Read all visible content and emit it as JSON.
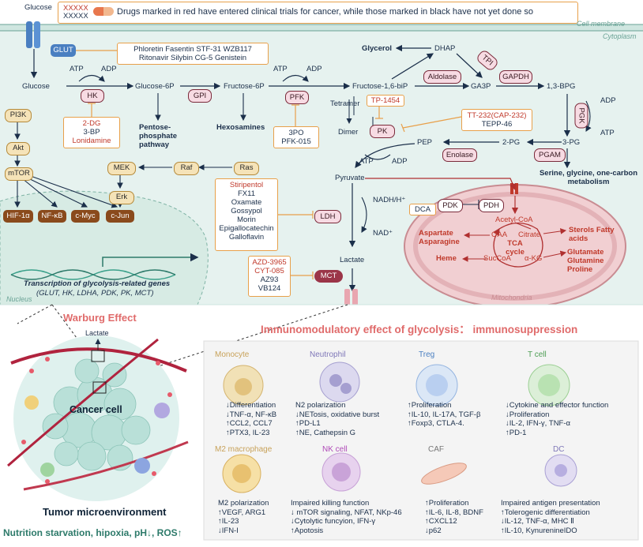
{
  "legend": {
    "red_example": "XXXXX",
    "black_example": "XXXXX",
    "text": "Drugs marked in red have entered clinical trials for cancer, while those marked in black have not yet done so"
  },
  "regions": {
    "membrane": "Cell membrane",
    "cytoplasm": "Cytoplasm",
    "nucleus": "Nucleus",
    "mito": "Mitochondria"
  },
  "metabolites": {
    "glucose_out": "Glucose",
    "glucose": "Glucose",
    "g6p": "Glucose-6P",
    "f6p": "Fructose-6P",
    "f16bp": "Fructose-1,6-biP",
    "dhap": "DHAP",
    "glycerol": "Glycerol",
    "ga3p": "GA3P",
    "bpg13": "1,3-BPG",
    "pg3": "3-PG",
    "pg2": "2-PG",
    "pep": "PEP",
    "pyruvate": "Pyruvate",
    "lactate": "Lactate",
    "nadh": "NADH/H⁺",
    "nad": "NAD⁺",
    "atp1": "ATP",
    "adp1": "ADP",
    "atp2": "ATP",
    "adp2": "ADP",
    "adp3": "ADP",
    "atp3": "ATP",
    "atp4": "ATP",
    "adp4": "ADP",
    "tetramer": "Tetramer",
    "dimer": "Dimer",
    "acetyl": "Acetyl-CoA",
    "citrate": "Citrate",
    "oaa": "OAA",
    "akg": "α-KG",
    "succoa": "SucCoA",
    "tca": "TCA cycle"
  },
  "pathways": {
    "ppp": "Pentose-phosphate pathway",
    "hexosamines": "Hexosamines",
    "serine": "Serine, glycine, one-carbon metabolism",
    "sterols": "Sterols Fatty acids",
    "asp": "Aspartate Asparagine",
    "heme": "Heme",
    "glu": "Glutamate Glutamine Proline"
  },
  "enzymes": {
    "glut": "GLUT",
    "hk": "HK",
    "gpi": "GPI",
    "pfk": "PFK",
    "tpi": "TPI",
    "aldolase": "Aldolase",
    "gapdh": "GAPDH",
    "pgk": "PGK",
    "pgam": "PGAM",
    "enolase": "Enolase",
    "pk": "PK",
    "ldh": "LDH",
    "pdk": "PDK",
    "pdh": "PDH",
    "mct": "MCT"
  },
  "drugs": {
    "glut": [
      "Phloretin  Fasentin  STF-31  WZB117",
      "Ritonavir  Silybin  CG-5  Genistein"
    ],
    "hk_red": [
      "2-DG",
      "Lonidamine"
    ],
    "hk_black": [
      "3-BP"
    ],
    "pfk": [
      "3PO",
      "PFK-015"
    ],
    "pk_red": [
      "TP-1454",
      "TT-232(CAP-232)"
    ],
    "pk_black": [
      "TEPP-46"
    ],
    "ldh_red": [
      "Stiripentol"
    ],
    "ldh_black": [
      "FX11",
      "Oxamate",
      "Gossypol",
      "Morin",
      "Epigallocatechin",
      "Galloflavin"
    ],
    "dca": "DCA",
    "mct_red": [
      "AZD-3965",
      "CYT-085"
    ],
    "mct_black": [
      "AZ93",
      "VB124"
    ]
  },
  "signaling": {
    "pi3k": "PI3K",
    "akt": "Akt",
    "mtor": "mTOR",
    "ras": "Ras",
    "raf": "Raf",
    "mek": "MEK",
    "erk": "Erk",
    "tf": [
      "HIF-1α",
      "NF-κB",
      "c-Myc",
      "c-Jun"
    ],
    "transcription": "Transcription of glycolysis-related genes",
    "genes": "(GLUT, HK, LDHA, PDK, PK, MCT)"
  },
  "warburg": {
    "title": "Warburg Effect",
    "lactate": "Lactate",
    "cancer": "Cancer cell",
    "tme": "Tumor microenvironment",
    "bottom": "Nutrition starvation, hipoxia, pH↓, ROS↑"
  },
  "immuno": {
    "title": "Immunomodulatory effect of glycolysis： immunosuppression",
    "cells": [
      {
        "name": "Monocyte",
        "color": "#c8a25a",
        "lines": [
          "↓Differentiation",
          "↓TNF-α, NF-κB",
          "↑CCL2, CCL7",
          "↑PTX3, IL-23"
        ]
      },
      {
        "name": "Neutrophil",
        "color": "#7f77b8",
        "lines": [
          "N2 polarization",
          "↓NETosis, oxidative burst",
          "↑PD-L1",
          "↑NE, Cathepsin G"
        ]
      },
      {
        "name": "Treg",
        "color": "#4a7fc1",
        "lines": [
          "↑Proliferation",
          "↑IL-10, IL-17A, TGF-β",
          "↑Foxp3, CTLA-4."
        ]
      },
      {
        "name": "T cell",
        "color": "#4e9e55",
        "lines": [
          "↓Cytokine and effector function",
          "↓Proliferation",
          "↓IL-2, IFN-γ, TNF-α",
          "↑PD-1"
        ]
      },
      {
        "name": "M2 macrophage",
        "color": "#c8a25a",
        "lines": [
          "M2 polarization",
          "↑VEGF, ARG1",
          "↑IL-23",
          "↓IFN-I"
        ]
      },
      {
        "name": "NK cell",
        "color": "#b04ab8",
        "lines": [
          "Impaired killing function",
          "↓ mTOR signaling, NFAT, NKp-46",
          "↓Cytolytic funcyion, IFN-γ",
          "↑Apotosis"
        ]
      },
      {
        "name": "CAF",
        "color": "#777777",
        "lines": [
          "↑Proliferation",
          "↑IL-6, IL-8, BDNF",
          "↑CXCL12",
          "↓p62"
        ]
      },
      {
        "name": "DC",
        "color": "#7f77b8",
        "lines": [
          "Impaired antigen presentation",
          "↑Tolerogenic differentiation",
          "↓IL-12, TNF-α,  MHC Ⅱ",
          "↑IL-10, KynurenineIDO"
        ]
      }
    ]
  }
}
